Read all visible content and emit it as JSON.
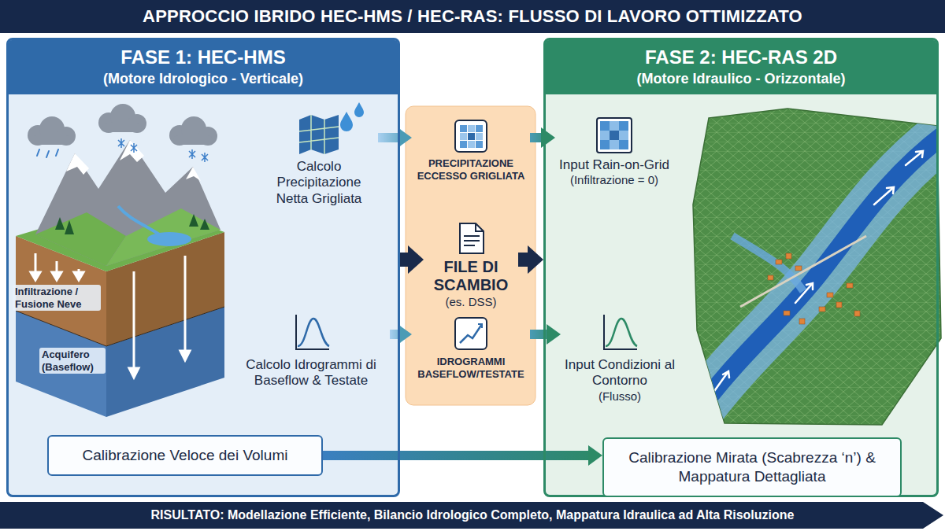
{
  "diagram": {
    "title": "APPROCCIO IBRIDO HEC-HMS / HEC-RAS: FLUSSO DI LAVORO OTTIMIZZATO",
    "nodes": [
      {
        "text": [
          "FASE 1: HEC-HMS",
          "(Motore Idrologico - Verticale)"
        ]
      },
      {
        "text": [
          "Calcolo Precipitazione Netta Grigliata"
        ],
        "in": 0
      },
      {
        "text": [
          "Calcolo Idrogrammi di Baseflow & Testate"
        ],
        "in": 0
      },
      {
        "text": [
          "Calibrazione Veloce dei Volumi"
        ],
        "in": 0
      },
      {
        "text": [
          "PRECIPITAZIONE ECCESSO GRIGLIATA"
        ]
      },
      {
        "text": [
          "FILE DI SCAMBIO",
          "(es. DSS)"
        ]
      },
      {
        "text": [
          "IDROGRAMMI BASEFLOW/TESTATE"
        ]
      },
      {
        "text": [
          "FASE 2: HEC-RAS 2D",
          "(Motore Idraulico - Orizzontale)"
        ]
      },
      {
        "text": [
          "Input Rain-on-Grid",
          "(Infiltrazione = 0)"
        ],
        "in": 7
      },
      {
        "text": [
          "Input Condizioni al Contorno",
          "(Flusso)"
        ],
        "in": 7
      },
      {
        "text": [
          "Calibrazione Mirata (Scabrezza ‘n’) & Mappatura Dettagliata"
        ],
        "in": 7
      },
      {
        "text": [
          "RISULTATO: Modellazione Efficiente, Bilancio Idrologico Completo, Mappatura Idraulica ad Alta Risoluzione"
        ]
      }
    ],
    "edges": [
      {
        "from": 1,
        "to": 4,
        "arrow": "to"
      },
      {
        "from": 4,
        "to": 8,
        "arrow": "to"
      },
      {
        "from": 0,
        "to": 5,
        "arrow": "to"
      },
      {
        "from": 5,
        "to": 7,
        "arrow": "to"
      },
      {
        "from": 2,
        "to": 6,
        "arrow": "to"
      },
      {
        "from": 6,
        "to": 9,
        "arrow": "to"
      },
      {
        "from": 3,
        "to": 10,
        "arrow": "to"
      }
    ],
    "labels": [
      "Infiltrazione / Fusione Neve",
      "Acquifero (Baseflow)"
    ]
  }
}
